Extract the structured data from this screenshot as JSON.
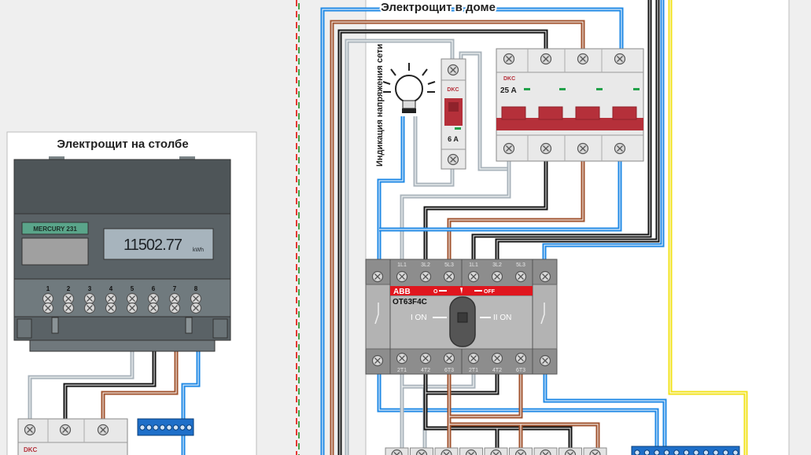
{
  "colors": {
    "wire_blue": "#1e88e5",
    "wire_brown": "#a0522d",
    "wire_black": "#111111",
    "wire_gray": "#a9b3bb",
    "wire_yellow": "#f2e21a",
    "abb_red": "#e0161e",
    "dkc_red": "#b5303a",
    "meter_label": "#5aa58a"
  },
  "pole_panel": {
    "title": "Электрощит на столбе",
    "meter": {
      "model": "MERCURY 231",
      "reading": "11502.77",
      "unit": "kWh",
      "terminals": [
        "1",
        "2",
        "3",
        "4",
        "5",
        "6",
        "7",
        "8"
      ]
    },
    "breaker": {
      "brand": "DKC"
    }
  },
  "house_panel": {
    "title": "Электрощит в доме",
    "indicator_label": "Индикация напряжения сети",
    "breaker_single": {
      "brand": "DKC",
      "rating": "6 A"
    },
    "breaker_4pole": {
      "brand": "DKC",
      "rating": "25 A"
    },
    "ats": {
      "brand": "ABB",
      "model": "OT63F4C",
      "pos_off_left": "O",
      "pos_off_right": "OFF",
      "pos_one": "I ON",
      "pos_two": "II ON",
      "top_terminals": [
        "1L1",
        "3L2",
        "5L3",
        "1L1",
        "3L2",
        "5L3"
      ],
      "bottom_terminals": [
        "2T1",
        "4T2",
        "6T3",
        "2T1",
        "4T2",
        "6T3"
      ]
    }
  }
}
